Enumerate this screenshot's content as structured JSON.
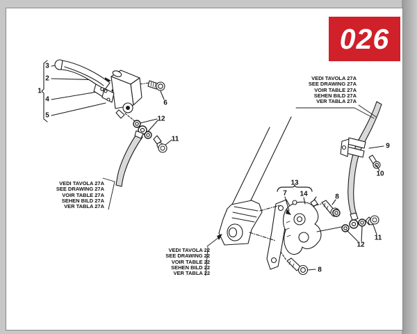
{
  "badge": {
    "number": "026"
  },
  "parts": {
    "p1": "1",
    "p2": "2",
    "p3": "3",
    "p4": "4",
    "p5": "5",
    "p6": "6",
    "p7": "7",
    "p8": "8",
    "p9": "9",
    "p10": "10",
    "p11": "11",
    "p12": "12",
    "p13": "13",
    "p14": "14"
  },
  "callouts": {
    "left_27a": [
      "VEDI TAVOLA 27A",
      "SEE DRAWING 27A",
      "VOIR TABLE 27A",
      "SEHEN BILD 27A",
      "VER TABLA 27A"
    ],
    "right_27a": [
      "VEDI TAVOLA 27A",
      "SEE DRAWING 27A",
      "VOIR TABLE 27A",
      "SEHEN BILD 27A",
      "VER TABLA 27A"
    ],
    "bottom_22": [
      "VEDI TAVOLA 22",
      "SEE DRAWING 22",
      "VOIR TABLE 22",
      "SEHEN BILD 22",
      "VER TABLA 22"
    ]
  },
  "colors": {
    "badge_red": "#d0202a",
    "line": "#1a1a1a",
    "hose_fill": "#d9d9d9",
    "page": "#ffffff",
    "margin_gray": "#c7c7c7"
  }
}
